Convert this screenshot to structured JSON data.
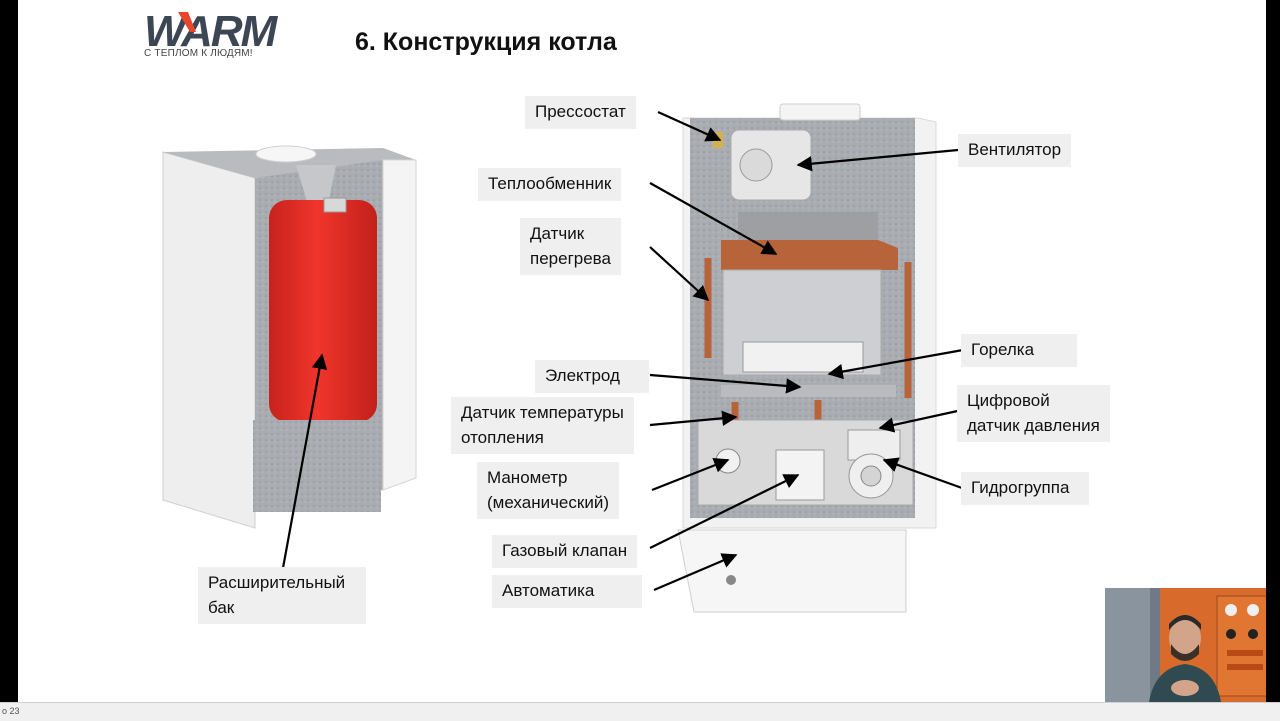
{
  "logo": {
    "brand": "WARM",
    "tagline": "С ТЕПЛОМ К ЛЮДЯМ!"
  },
  "slide": {
    "title": "6. Конструкция котла"
  },
  "labels": {
    "pressostat": "Прессостат",
    "ventilator": "Вентилятор",
    "heat_exchanger": "Теплообменник",
    "overheat_sensor_1": "Датчик",
    "overheat_sensor_2": "перегрева",
    "burner": "Горелка",
    "electrode": "Электрод",
    "heating_temp_sensor_1": "Датчик температуры",
    "heating_temp_sensor_2": "отопления",
    "digital_pressure_sensor_1": "Цифровой",
    "digital_pressure_sensor_2": "датчик давления",
    "manometer_1": "Манометр",
    "manometer_2": "(механический)",
    "hydrogroup": "Гидрогруппа",
    "gas_valve": "Газовый клапан",
    "automation": "Автоматика",
    "expansion_tank_1": "Расширительный",
    "expansion_tank_2": "бак"
  },
  "statusbar": {
    "slide_indicator": "о 23"
  },
  "colors": {
    "tank_red": "#e8302a",
    "copper": "#b8643a",
    "label_bg": "#efefef",
    "logo_dark": "#3d4655",
    "logo_accent": "#e8452c"
  }
}
